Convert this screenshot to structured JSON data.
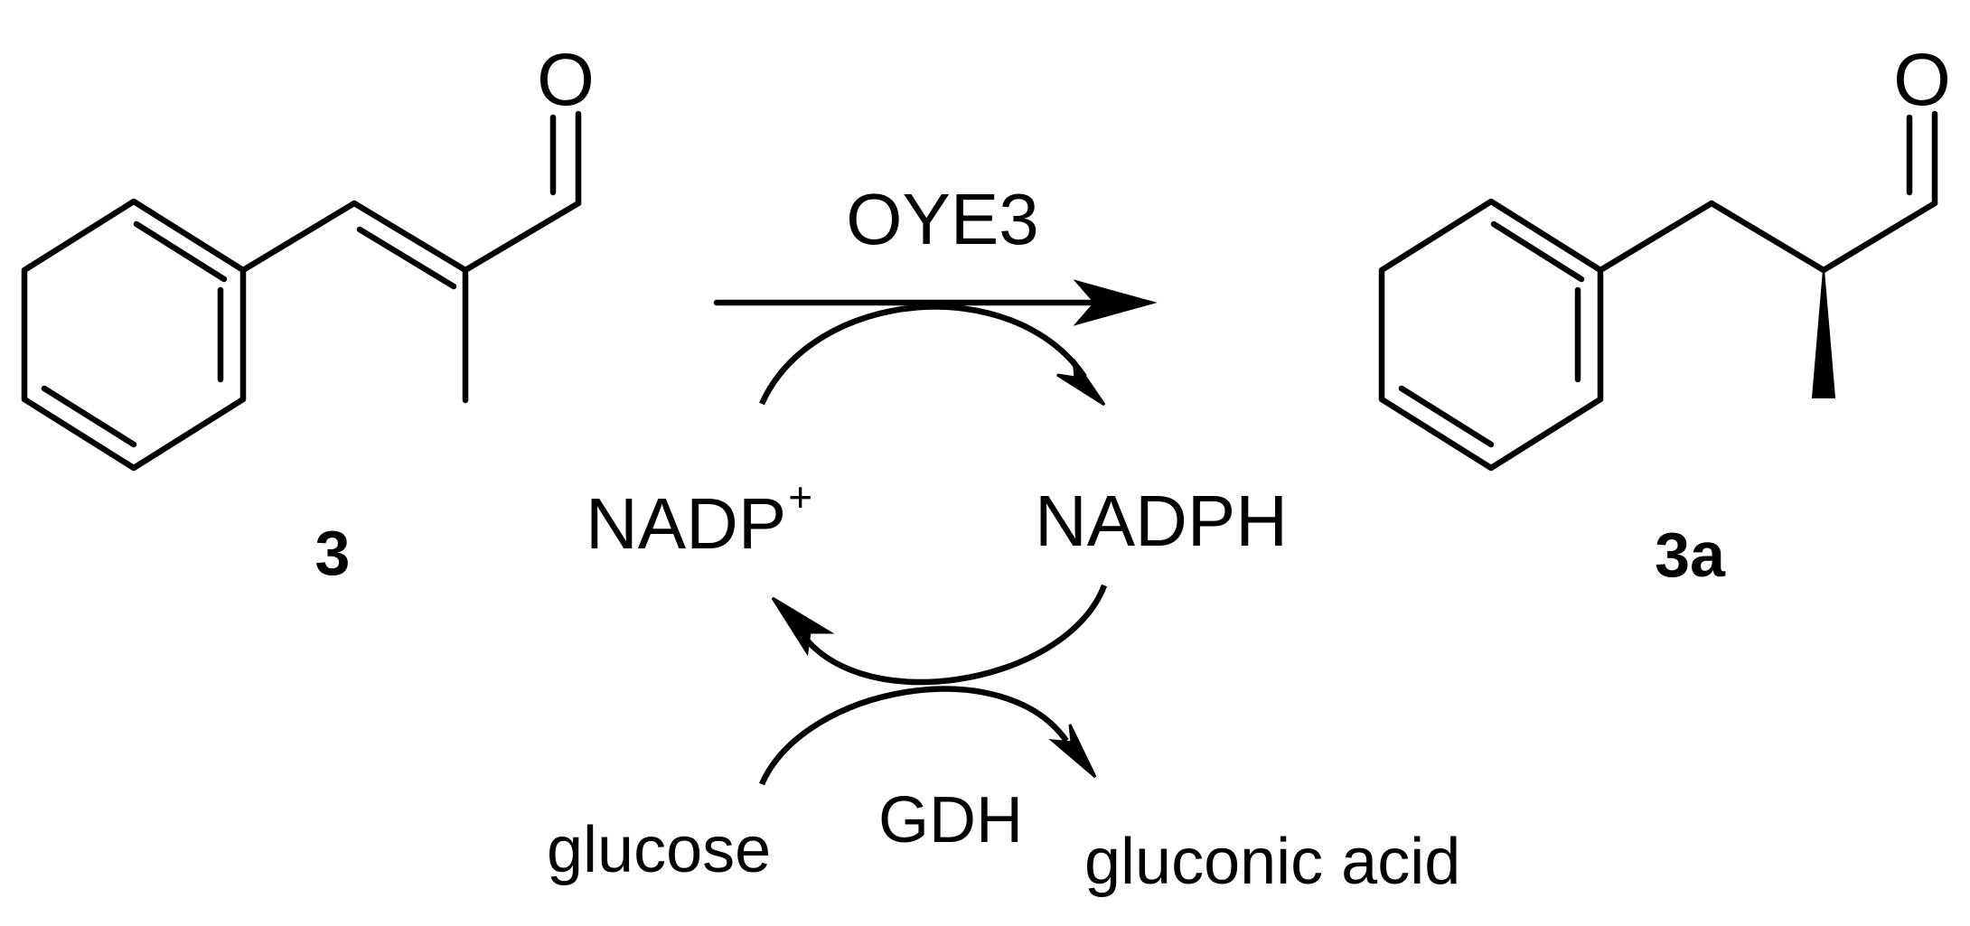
{
  "starting_material": {
    "label": "3",
    "oxygen": "O"
  },
  "product": {
    "label": "3a",
    "oxygen": "O"
  },
  "reaction": {
    "enzyme": "OYE3"
  },
  "cofactor_cycle": {
    "oxidized": "NADP",
    "oxidized_charge": "+",
    "reduced": "NADPH"
  },
  "regeneration": {
    "enzyme": "GDH",
    "substrate": "glucose",
    "byproduct": "gluconic acid"
  }
}
